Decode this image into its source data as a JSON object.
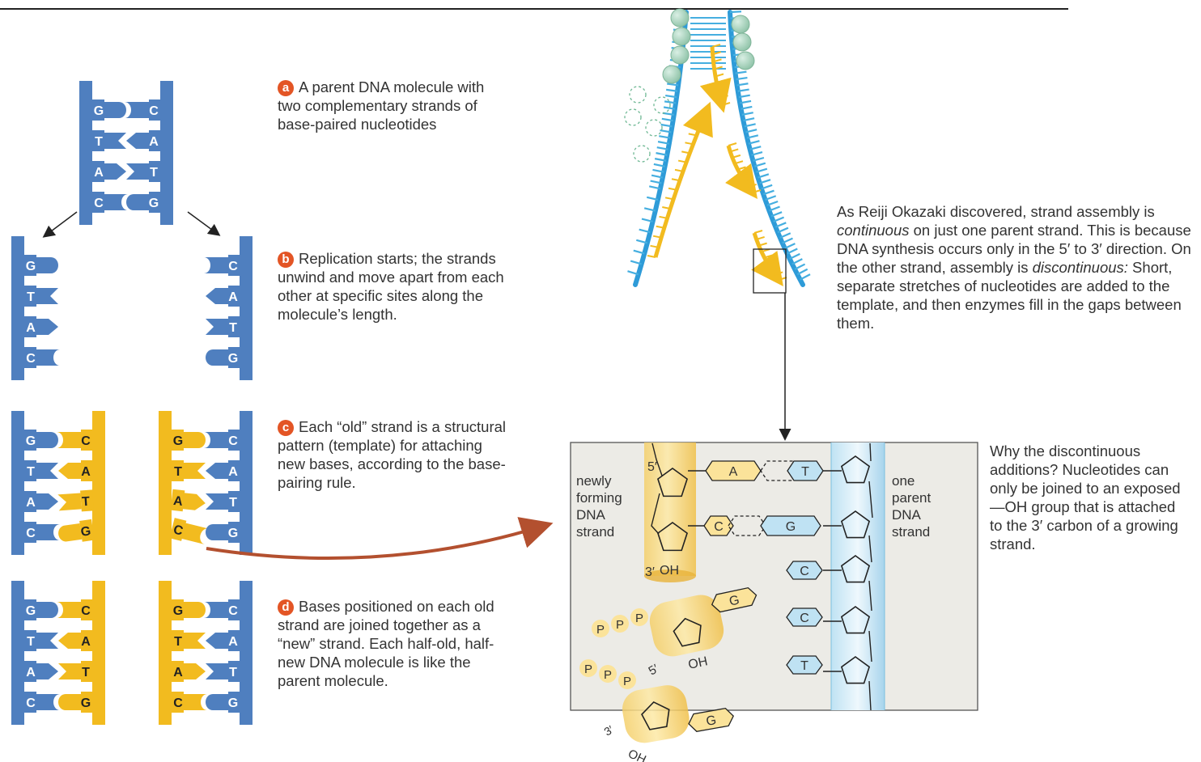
{
  "steps": {
    "a": {
      "marker": "a",
      "text": "A parent DNA molecule with two complementary strands of base-paired nucleotides"
    },
    "b": {
      "marker": "b",
      "text": "Replication starts; the strands unwind and move apart from each other at specific sites along the molecule’s length."
    },
    "c": {
      "marker": "c",
      "text": "Each “old” strand is a structural pattern (template) for attaching new bases, according to the base-pairing rule."
    },
    "d": {
      "marker": "d",
      "text": "Bases positioned on each old strand are joined together as a “new” strand. Each half-old, half-new DNA molecule is like the parent molecule."
    }
  },
  "okazaki_paragraph": {
    "p1": "As Reiji Okazaki discovered, strand assembly is ",
    "em1": "continuous",
    "p2": " on just one parent strand. This is because DNA synthesis occurs only in the 5′ to 3′ direction. On the other strand, assembly is ",
    "em2": "discontinuous:",
    "p3": " Short, separate stretches of nucleotides are added to the template, and then enzymes fill in the gaps between them."
  },
  "why_paragraph": "Why the discontinuous additions? Nucleotides can only be joined to an exposed —OH group that is attached to the 3′ carbon of a growing strand.",
  "parent_pairs": [
    [
      "G",
      "C"
    ],
    [
      "T",
      "A"
    ],
    [
      "A",
      "T"
    ],
    [
      "C",
      "G"
    ]
  ],
  "left_strand_bases": [
    "G",
    "T",
    "A",
    "C"
  ],
  "right_strand_bases": [
    "C",
    "A",
    "T",
    "G"
  ],
  "detail": {
    "new_strand_label": [
      "newly",
      "forming",
      "DNA",
      "strand"
    ],
    "parent_strand_label": [
      "one",
      "parent",
      "DNA",
      "strand"
    ],
    "five_prime": "5′",
    "three_prime": "3′",
    "oh": "OH",
    "phosphate": "P",
    "paired_bases": [
      [
        "A",
        "T"
      ],
      [
        "C",
        "G"
      ]
    ],
    "free_template_bases": [
      "C",
      "C",
      "T"
    ],
    "free_nucleotide_base": "G"
  },
  "colors": {
    "parent_strand": "#4f7fbf",
    "new_strand": "#f2bb1f",
    "template_blue": "#a9d6ef",
    "marker": "#e35525",
    "arrow": "#b3502f",
    "panel_bg": "#ecebe6"
  }
}
